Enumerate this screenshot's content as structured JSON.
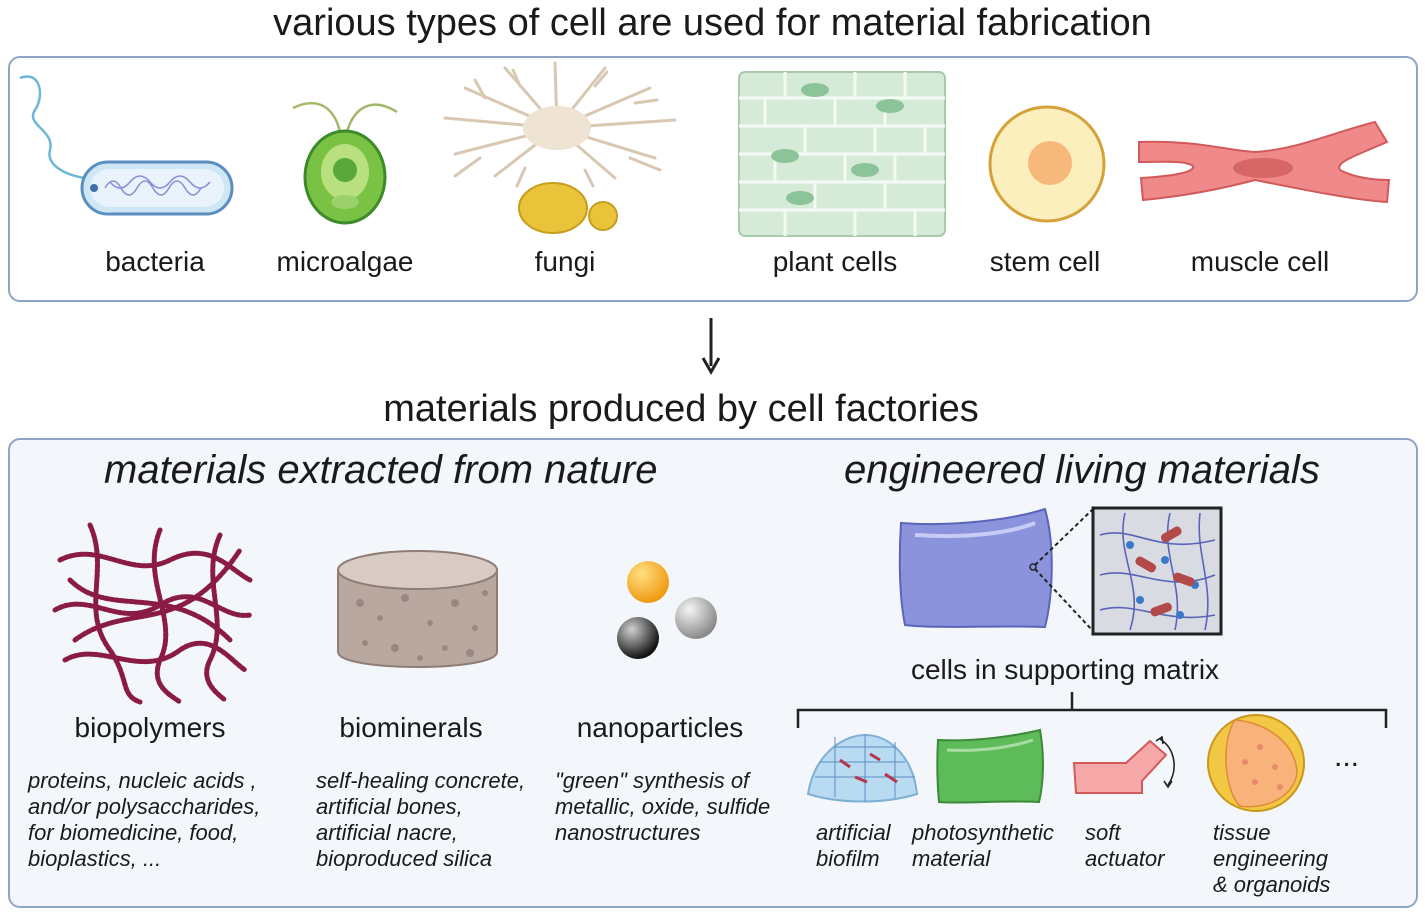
{
  "top": {
    "title": "various types of cell are used for material fabrication",
    "cells": [
      {
        "label": "bacteria",
        "icon": "bacteria-icon"
      },
      {
        "label": "microalgae",
        "icon": "microalgae-icon"
      },
      {
        "label": "fungi",
        "icon": "fungi-icon"
      },
      {
        "label": "plant cells",
        "icon": "plant-cells-icon"
      },
      {
        "label": "stem cell",
        "icon": "stem-cell-icon"
      },
      {
        "label": "muscle cell",
        "icon": "muscle-cell-icon"
      }
    ]
  },
  "bottom": {
    "title": "materials produced by cell factories",
    "left": {
      "heading": "materials extracted from nature",
      "items": [
        {
          "label": "biopolymers",
          "desc": [
            "proteins, nucleic acids ,",
            "and/or polysaccharides,",
            "for biomedicine, food,",
            "bioplastics, ..."
          ]
        },
        {
          "label": "biominerals",
          "desc": [
            "self-healing concrete,",
            "artificial bones,",
            "artificial nacre,",
            "bioproduced silica"
          ]
        },
        {
          "label": "nanoparticles",
          "desc": [
            "\"green\" synthesis of",
            "metallic, oxide, sulfide",
            "nanostructures"
          ]
        }
      ]
    },
    "right": {
      "heading": "engineered living materials",
      "matrix_label": "cells in supporting matrix",
      "items": [
        {
          "desc": [
            "artificial",
            "biofilm"
          ]
        },
        {
          "desc": [
            "photosynthetic",
            "material"
          ]
        },
        {
          "desc": [
            "soft",
            "actuator"
          ]
        },
        {
          "desc": [
            "tissue",
            "engineering",
            "& organoids"
          ]
        }
      ],
      "more": "..."
    }
  },
  "colors": {
    "box_border": "#8fa4c7",
    "bottom_bg": "#f3f6fb",
    "biopolymer": "#8a1b45",
    "matrix_blue": "#8a93dc",
    "photosynthetic_green": "#5dbb5a",
    "actuator_red": "#f08a8a",
    "organoid_yellow": "#f2c744"
  }
}
